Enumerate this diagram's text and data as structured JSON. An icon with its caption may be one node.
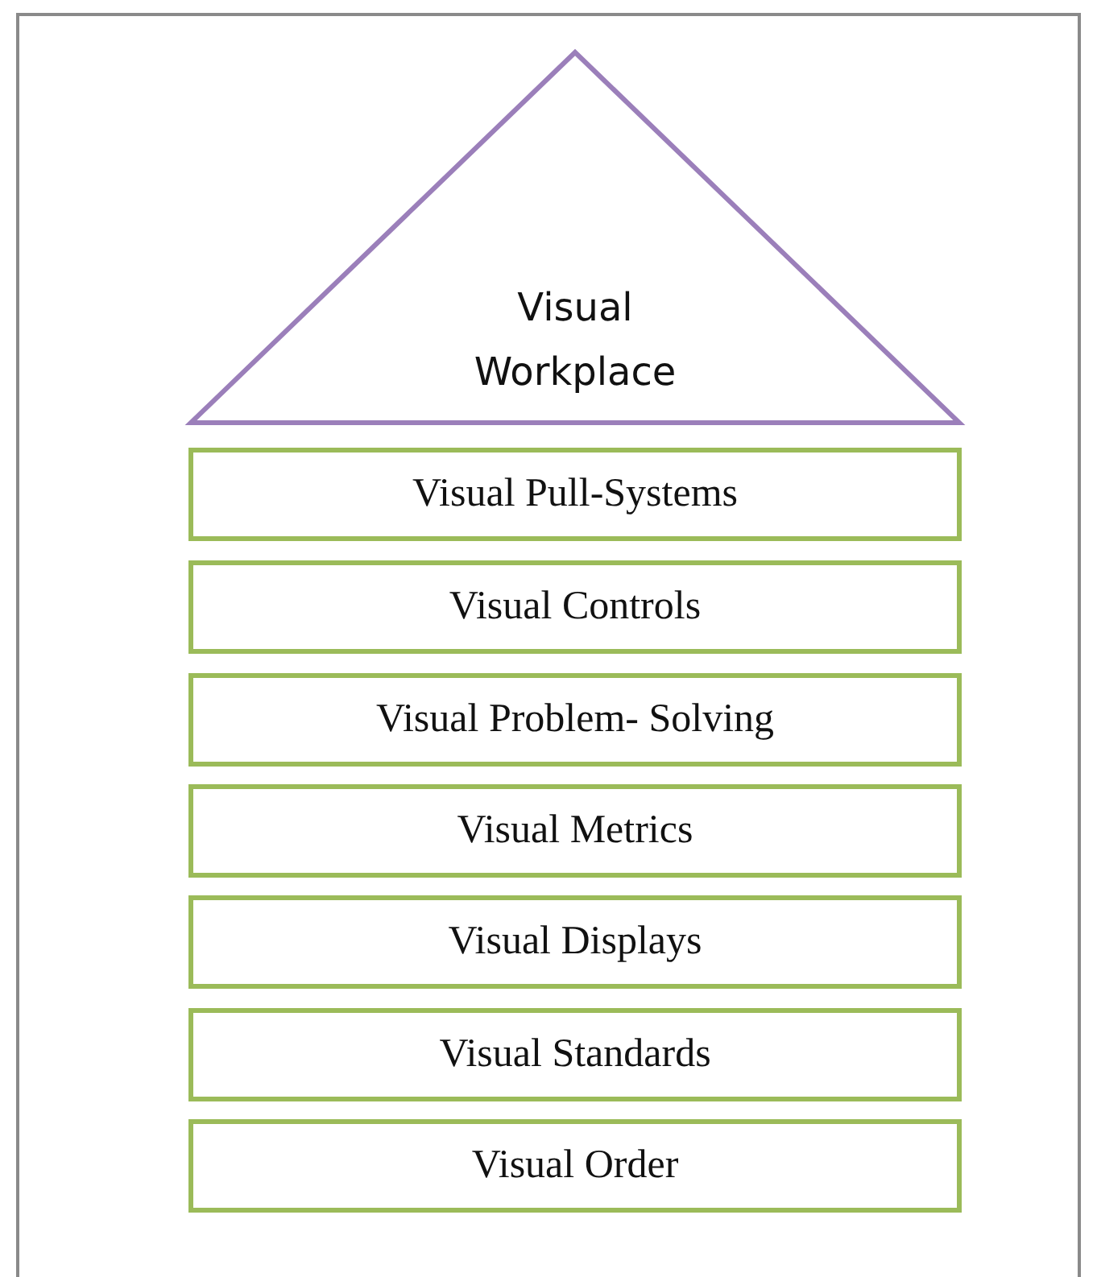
{
  "diagram": {
    "nodes": [
      {
        "text": [
          "Visual Workplace"
        ]
      },
      {
        "text": [
          "Visual Pull-Systems"
        ]
      },
      {
        "text": [
          "Visual Controls"
        ]
      },
      {
        "text": [
          "Visual Problem- Solving"
        ]
      },
      {
        "text": [
          "Visual Metrics"
        ]
      },
      {
        "text": [
          "Visual Displays"
        ]
      },
      {
        "text": [
          "Visual Standards"
        ]
      },
      {
        "text": [
          "Visual Order"
        ]
      }
    ]
  }
}
